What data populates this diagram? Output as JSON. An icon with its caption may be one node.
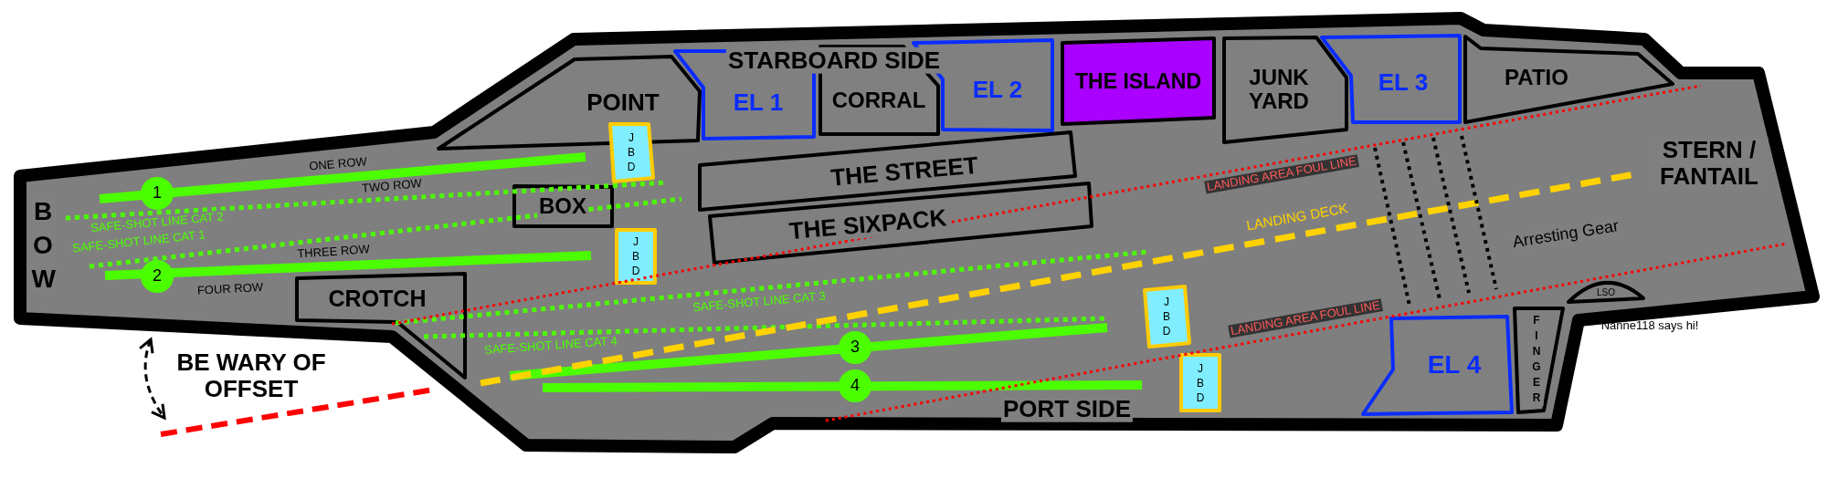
{
  "diagram": {
    "nodes": [
      {
        "text": [],
        "shape": "box"
      },
      {
        "text": [
          "POINT"
        ],
        "in": 0
      },
      {
        "text": [
          "EL 1"
        ],
        "in": 0
      },
      {
        "text": [
          "CORRAL"
        ],
        "in": 0
      },
      {
        "text": [
          "EL 2"
        ],
        "in": 0
      },
      {
        "text": [
          "THE ISLAND"
        ],
        "in": 0
      },
      {
        "text": [
          "JUNK YARD"
        ],
        "in": 0
      },
      {
        "text": [
          "EL 3"
        ],
        "in": 0
      },
      {
        "text": [
          "PATIO"
        ],
        "in": 0
      },
      {
        "text": [
          "J B D"
        ],
        "in": 0
      },
      {
        "text": [
          "BOX"
        ],
        "in": 0
      },
      {
        "text": [
          "THE STREET"
        ],
        "in": 0
      },
      {
        "text": [
          "THE SIXPACK"
        ],
        "in": 0
      },
      {
        "text": [
          "1"
        ],
        "in": 0
      },
      {
        "text": [
          "J B D"
        ],
        "in": 0
      },
      {
        "text": [
          "2"
        ],
        "in": 0
      },
      {
        "text": [
          "CROTCH"
        ],
        "in": 0
      },
      {
        "text": [
          "J B D"
        ],
        "in": 0
      },
      {
        "text": [
          "3"
        ],
        "in": 0
      },
      {
        "text": [
          "4"
        ],
        "in": 0
      },
      {
        "text": [
          "J B D"
        ],
        "in": 0
      },
      {
        "text": [
          "EL 4"
        ],
        "in": 0
      },
      {
        "text": [
          "F I N G E R"
        ],
        "in": 0
      },
      {
        "text": [
          "LSO"
        ],
        "in": 0
      }
    ],
    "labels": [
      "STARBOARD SIDE",
      "B O W",
      "ONE ROW",
      "TWO ROW",
      "SAFE-SHOT LINE CAT 2",
      "SAFE-SHOT LINE CAT 1",
      "THREE ROW",
      "FOUR ROW",
      "LANDING AREA FOUL LINE",
      "LANDING DECK",
      "STERN / FANTAIL",
      "Arresting Gear",
      "SAFE-SHOT LINE CAT 3",
      "SAFE-SHOT LINE CAT 4",
      "LANDING AREA FOUL LINE",
      "BE WARY OF OFFSET",
      "PORT SIDE",
      "Nanne118 says hi!"
    ]
  }
}
